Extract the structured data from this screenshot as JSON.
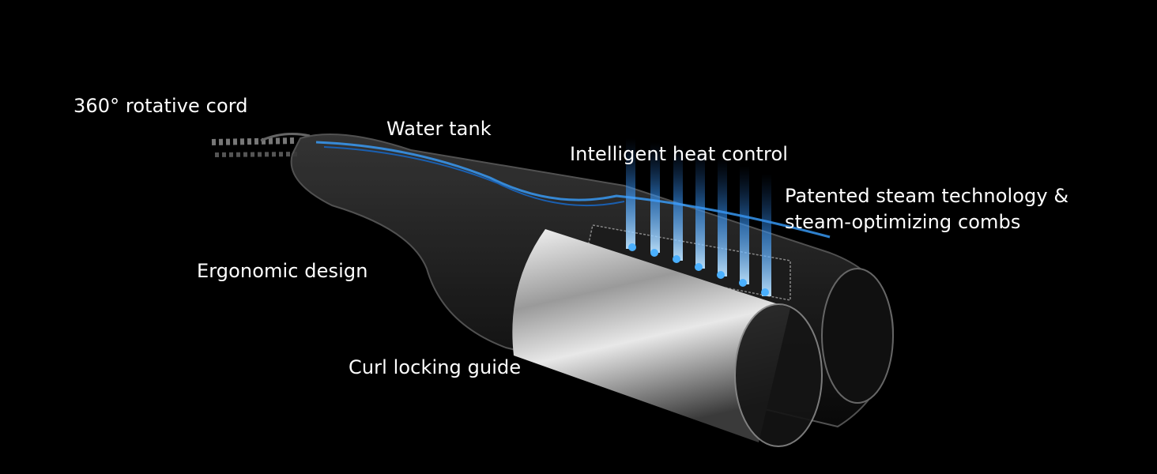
{
  "labels": {
    "cord": "360° rotative cord",
    "water_tank": "Water tank",
    "heat_control": "Intelligent heat control",
    "steam_line1": "Patented steam technology &",
    "steam_line2": "steam-optimizing combs",
    "ergonomic": "Ergonomic design",
    "curl_guide": "Curl locking guide"
  },
  "colors": {
    "background": "#000000",
    "steam": "#3aa0ff",
    "text": "#ffffff"
  }
}
